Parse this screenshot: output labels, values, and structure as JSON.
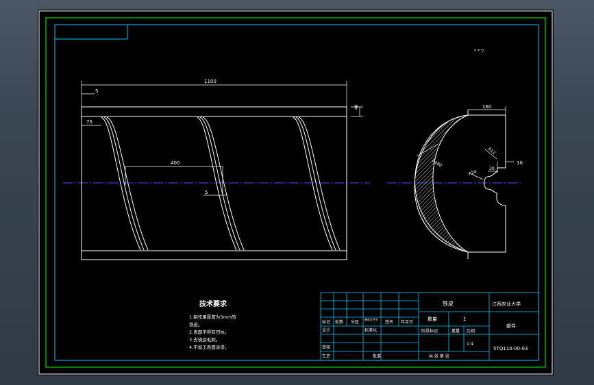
{
  "colors": {
    "background": "#000000",
    "border": "#ffffff",
    "frame": "#00c8ff",
    "outer_frame": "#00ff00",
    "centerline": "#4a4aff",
    "dimension": "#00ff00",
    "hatch": "#ffffff"
  },
  "roughness_note": "* * ▽",
  "front_view": {
    "dim_total": "1100",
    "dim_left": "5",
    "dim_offset": "75",
    "dim_pitch": "400",
    "dim_gap": "5",
    "dim_height": "40"
  },
  "side_view": {
    "dim_width": "160",
    "dim_radius": "R280",
    "dim_r_small": "R12",
    "dim_slot_r": "R24",
    "dim_slot_w": "30",
    "dim_slot_off": "10"
  },
  "notes": {
    "title": "技术要求",
    "lines": [
      "1.制作用厚度为3mm的",
      "铁皮。",
      "2.表面不得有凹坑。",
      "3.去锐边毛刺。",
      "4.不加工表面涂漆。"
    ]
  },
  "title_block": {
    "part_name": "铁皮",
    "school": "江西农业大学",
    "marker": "标记",
    "count": "处数",
    "zone": "分区",
    "change_doc": "更改文件号",
    "signature": "签名",
    "date": "年月日",
    "design": "设计",
    "standardize": "标准化",
    "review": "审核",
    "process": "工艺",
    "approve": "批准",
    "quantity_label": "数量",
    "quantity_value": "1",
    "stage_mark": "阶段标记",
    "weight": "重量",
    "scale": "比例",
    "scale_value": "1:4",
    "sheet_info": "共  张 第  张",
    "drawing_category": "部件",
    "drawing_number": "5TQ110-00-03"
  }
}
